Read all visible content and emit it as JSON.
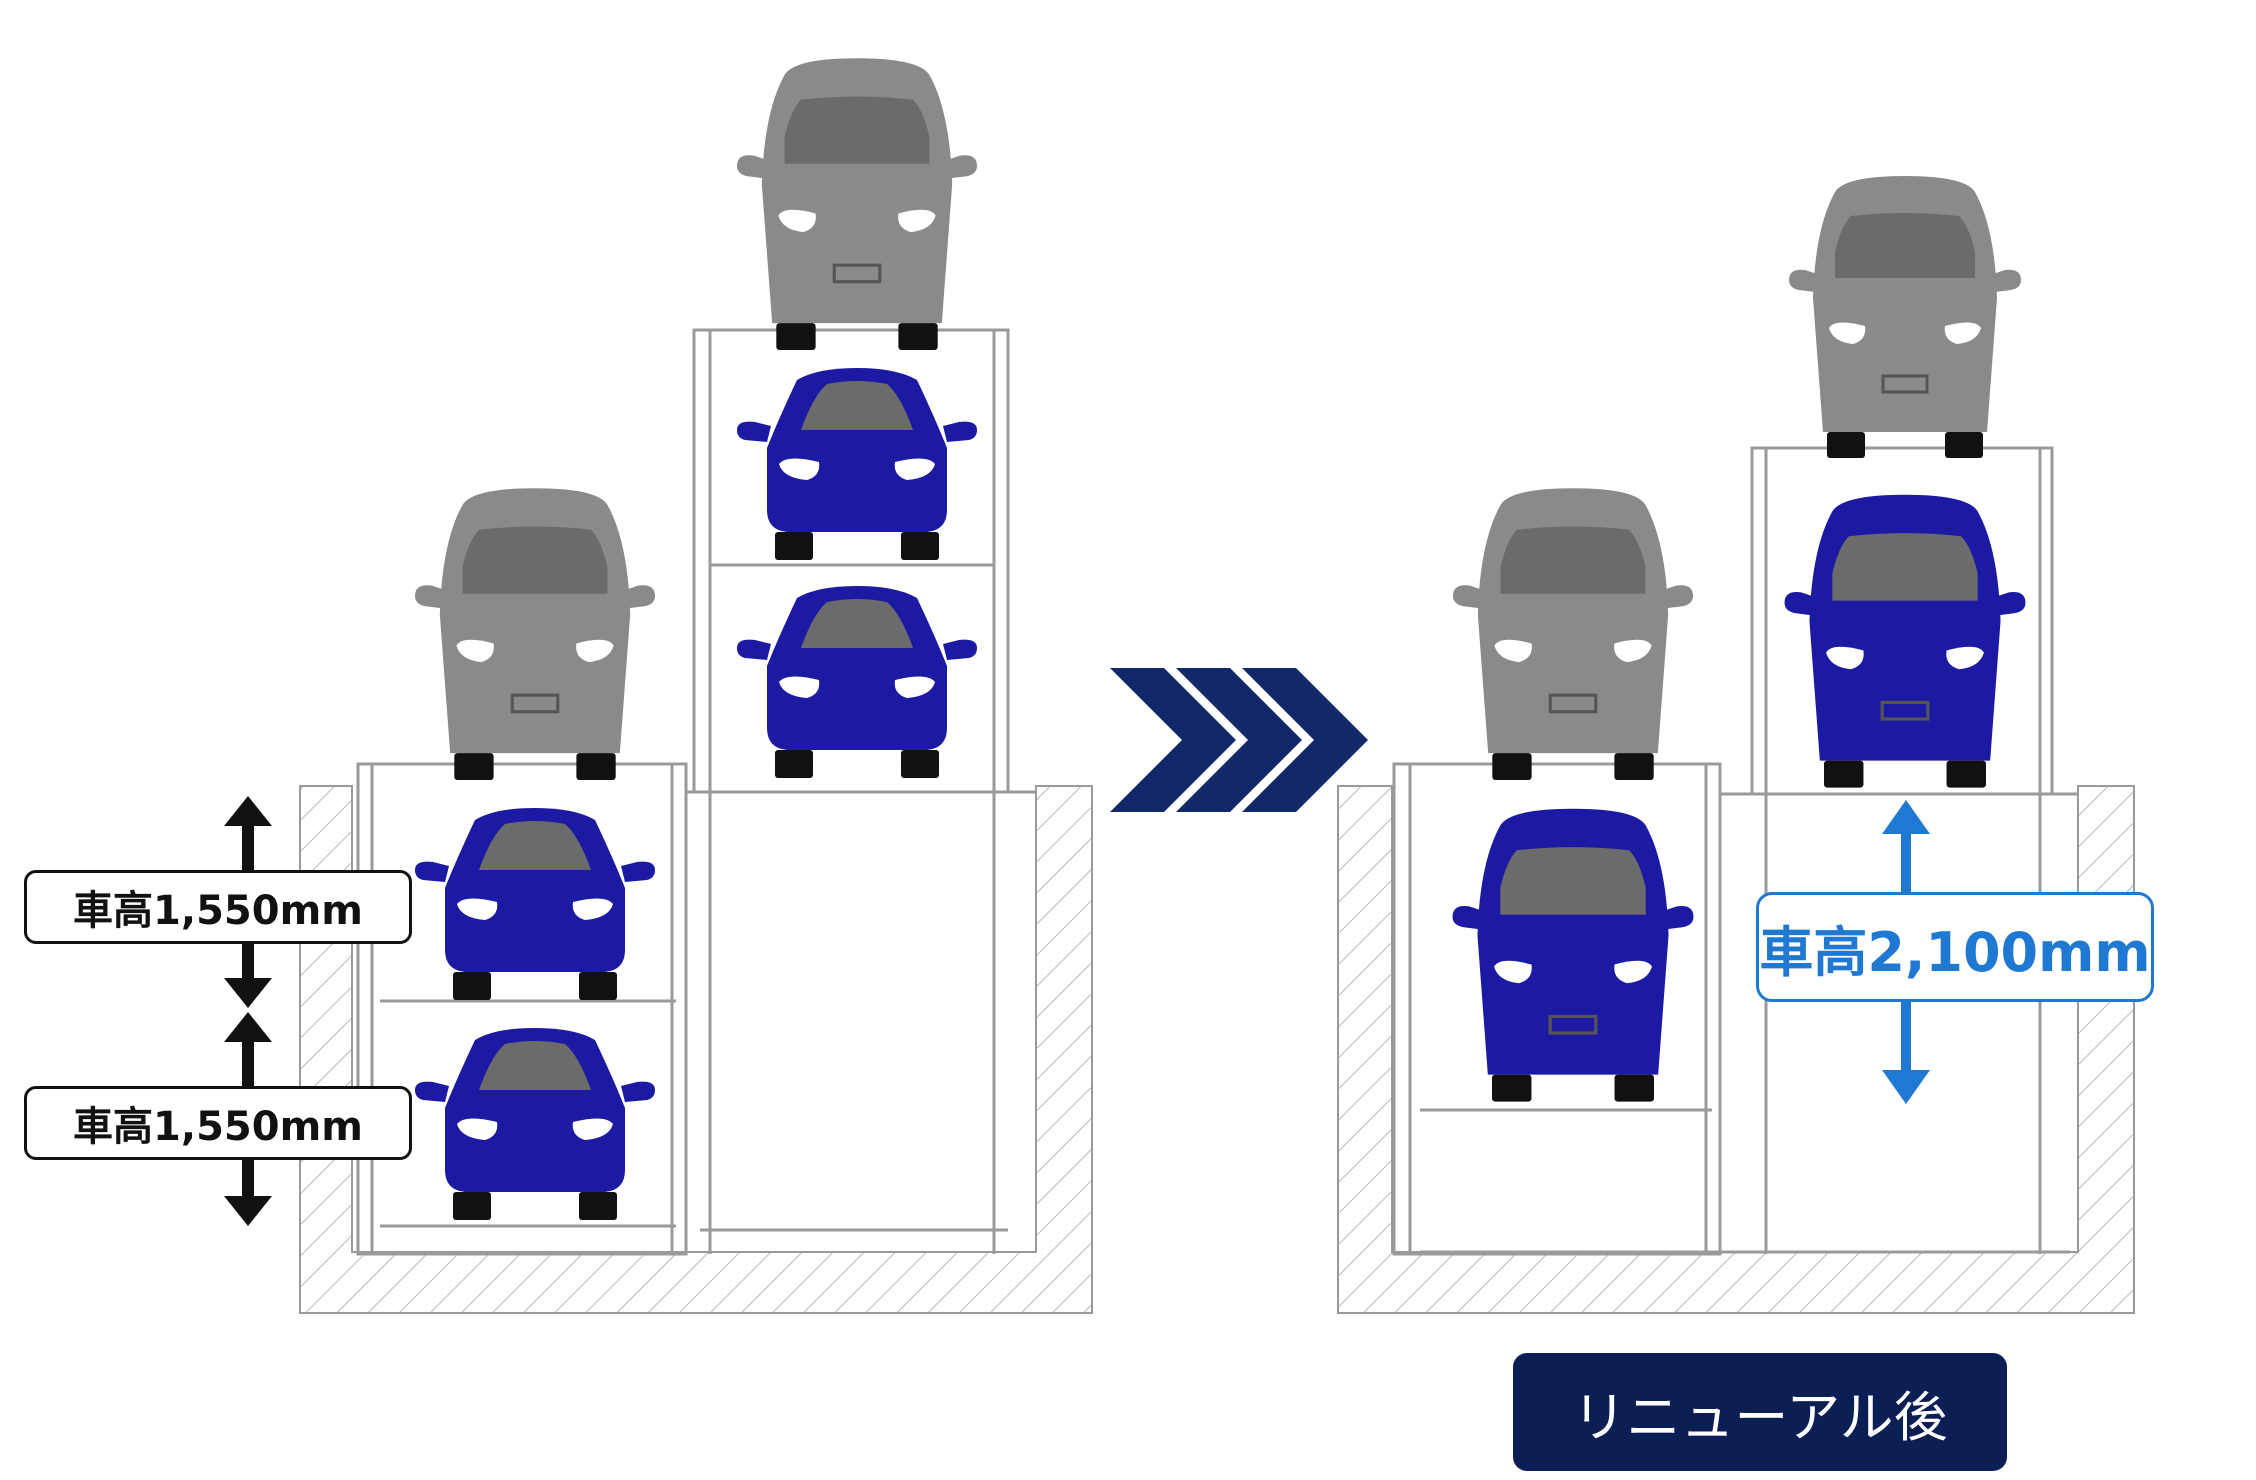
{
  "labels": {
    "left_upper_height": "車高1,550mm",
    "left_lower_height": "車高1,550mm",
    "right_height": "車高2,100mm",
    "after_badge": "リニューアル後"
  },
  "colors": {
    "car_blue": "#1c1aa3",
    "car_gray": "#8a8a8a",
    "window_gray": "#6b6b6b",
    "arrow_navy": "#13286b",
    "height_arrow_blue": "#1f78d1",
    "badge_navy": "#0c1f55",
    "structure_line": "#9a9a9a"
  },
  "icons": [
    "transition-chevron-icon",
    "height-arrow-icon"
  ]
}
